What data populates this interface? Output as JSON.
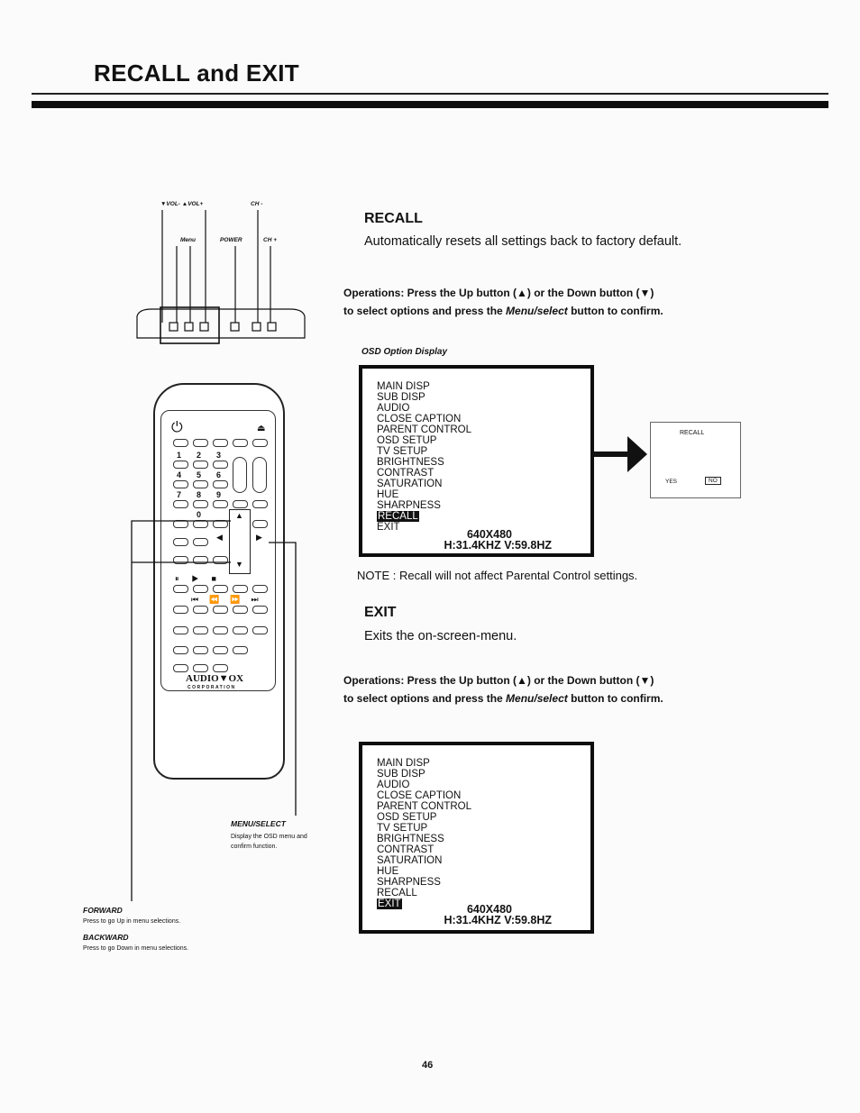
{
  "header": {
    "title": "RECALL and EXIT"
  },
  "recall": {
    "heading": "RECALL",
    "description": "Automatically resets all settings back to factory default.",
    "ops_line1_prefix": "Operations:  Press the Up button (▲) or the Down button (▼)",
    "ops_line2_a": "to select options and press the ",
    "ops_line2_b": "Menu/select",
    "ops_line2_c": " button to confirm.",
    "osd_caption": "OSD Option Display",
    "note": "NOTE : Recall will not affect Parental Control settings.",
    "dialog": {
      "title": "RECALL",
      "yes": "YES",
      "no": "NO"
    }
  },
  "exit": {
    "heading": "EXIT",
    "description": "Exits the on-screen-menu.",
    "ops_line1_prefix": "Operations:  Press the Up button (▲) or the Down button (▼)",
    "ops_line2_a": "to select options and press the ",
    "ops_line2_b": "Menu/select",
    "ops_line2_c": " button to confirm."
  },
  "osd_menu": {
    "items": [
      "MAIN DISP",
      "SUB DISP",
      "AUDIO",
      "CLOSE CAPTION",
      "PARENT CONTROL",
      "OSD SETUP",
      "TV SETUP",
      "BRIGHTNESS",
      "CONTRAST",
      "SATURATION",
      "HUE",
      "SHARPNESS",
      "RECALL",
      "EXIT"
    ],
    "resolution": "640X480",
    "frequency": "H:31.4KHZ V:59.8HZ"
  },
  "panel_labels": {
    "vol": "▼VOL-  ▲VOL+",
    "ch_minus": "CH -",
    "menu": "Menu",
    "power": "POWER",
    "ch_plus": "CH +"
  },
  "remote": {
    "brand": "AUDIO▼OX",
    "brand_sub": "CORPORATION",
    "digits": [
      "1",
      "2",
      "3",
      "4",
      "5",
      "6",
      "7",
      "8",
      "9",
      "0"
    ]
  },
  "callouts": {
    "menu_select_title": "MENU/SELECT",
    "menu_select_line1": "Display the OSD menu and",
    "menu_select_line2": "confirm function.",
    "forward_title": "FORWARD",
    "forward_desc": "Press to go Up in menu selections.",
    "backward_title": "BACKWARD",
    "backward_desc": "Press to go Down in menu selections."
  },
  "footer": {
    "page_number": "46"
  }
}
